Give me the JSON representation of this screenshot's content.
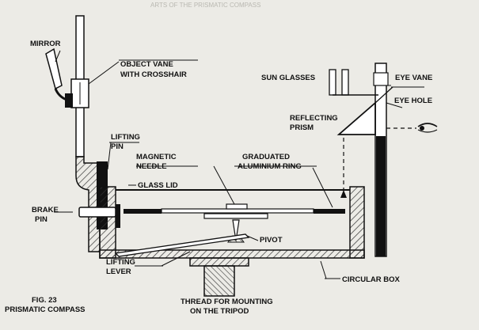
{
  "header_text": "ARTS OF THE PRISMATIC COMPASS",
  "labels": {
    "mirror": "MIRROR",
    "object_vane_1": "OBJECT VANE",
    "object_vane_2": "WITH CROSSHAIR",
    "sun_glasses": "SUN GLASSES",
    "eye_vane": "EYE VANE",
    "eye_hole": "EYE HOLE",
    "reflecting_prism_1": "REFLECTING",
    "reflecting_prism_2": "PRISM",
    "lifting_pin_1": "LIFTING",
    "lifting_pin_2": "PIN",
    "magnetic_needle_1": "MAGNETIC",
    "magnetic_needle_2": "NEEDLE",
    "graduated_ring_1": "GRADUATED",
    "graduated_ring_2": "ALUMINIUM RING",
    "glass_lid": "GLASS LID",
    "brake_pin_1": "BRAKE",
    "brake_pin_2": "PIN",
    "pivot": "PIVOT",
    "lifting_lever_1": "LIFTING",
    "lifting_lever_2": "LEVER",
    "circular_box": "CIRCULAR BOX",
    "thread_1": "THREAD FOR MOUNTING",
    "thread_2": "ON THE TRIPOD",
    "figure_number": "FIG. 23",
    "figure_title": "PRISMATIC COMPASS"
  },
  "colors": {
    "ink": "#111111",
    "paper": "#ecebe6",
    "hatch": "#333333"
  }
}
